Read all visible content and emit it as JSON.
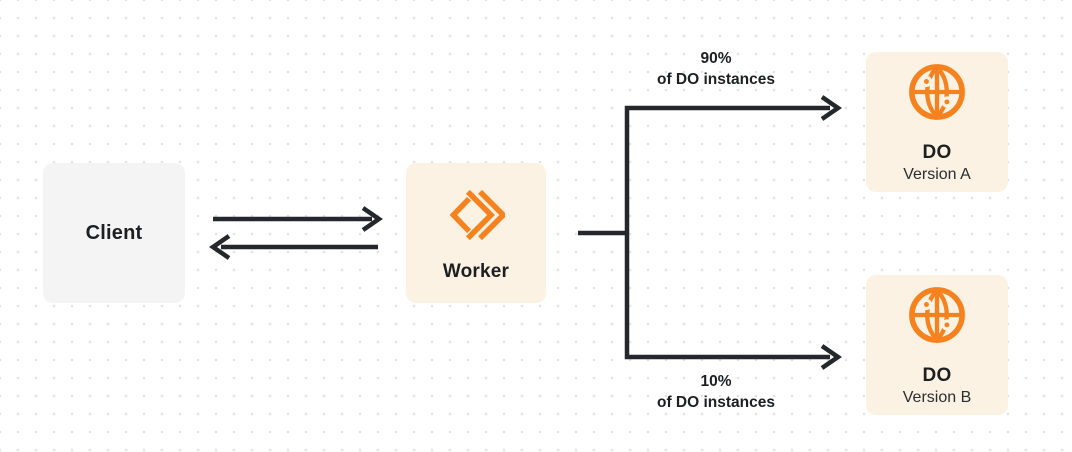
{
  "nodes": {
    "client": {
      "label": "Client"
    },
    "worker": {
      "label": "Worker",
      "icon": "code-chevrons-icon"
    },
    "do_version_a": {
      "title": "DO",
      "subtitle": "Version A",
      "icon": "globe-icon"
    },
    "do_version_b": {
      "title": "DO",
      "subtitle": "Version B",
      "icon": "globe-icon"
    }
  },
  "branches": {
    "top": {
      "percent": "90%",
      "caption": "of DO instances"
    },
    "bottom": {
      "percent": "10%",
      "caption": "of DO instances"
    }
  },
  "colors": {
    "accent_orange": "#F6821F",
    "card_cream": "#FBF2E3",
    "card_gray": "#F4F4F5",
    "connector_dark": "#26272B",
    "dot_grid": "#E3E3E3",
    "text_dark": "#1D1F21"
  }
}
